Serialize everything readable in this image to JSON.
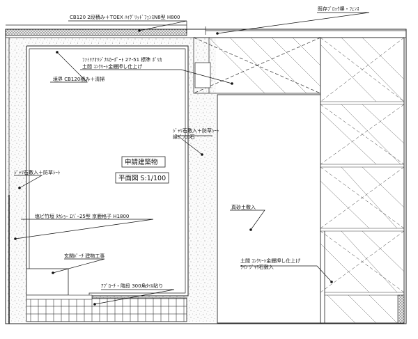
{
  "labels": {
    "cb120_fence": "CB120 2段積み＋TOEX ﾊｲｸﾞﾘｯﾄﾞﾌｪﾝｽN8型 H800",
    "existing_fence": "既存ﾌﾞﾛｯｸ塀・ﾌｪﾝｽ",
    "carport_line1": "ﾌｧﾐﾘｱｵﾘｼﾞﾅﾙｶｰﾎﾟｰﾄ 27-51 標準 ﾎﾟﾘｶ",
    "carport_line2": "土間 ｺﾝｸﾘｰﾄ金鏝押し仕上げ",
    "edge_block": "境界 CB120積み＋清掃",
    "gravel_line1": "ｼﾞｬﾘ石敷入＋防草ｼｰﾄ",
    "gravel_line2": "縁ﾋﾟﾝｺﾛ石",
    "building_title": "申請建築物",
    "plan_scale": "平面図 S:1/100",
    "gravel_left": "ｼﾞｬﾘ石敷入＋防草ｼｰﾄ",
    "bamboo_fence": "塩ビ竹垣 ﾀｶｼｮｰ ｴﾊﾞｰ25型 京鹿格子 H1800",
    "entrance_porch": "玄関ﾎﾟｰﾁ 建物工事",
    "approach": "ｱﾌﾟﾛｰﾁ・階段 300角ﾀｲﾙ貼り",
    "sand_fill": "真砂土敷入",
    "concrete_line1": "土間 ｺﾝｸﾘｰﾄ金鏝押し仕上げ",
    "concrete_line2": "ﾗｲﾝ ｼﾞｬﾘ石敷入"
  }
}
